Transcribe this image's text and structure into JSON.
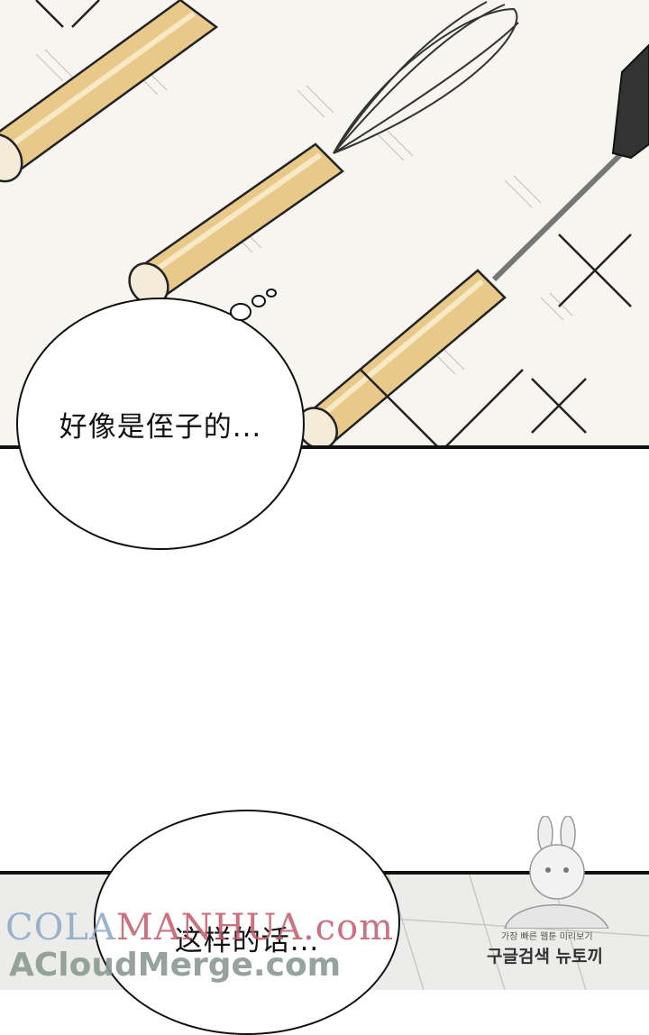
{
  "bubbles": {
    "first": "好像是侄子的...",
    "second": "这样的话..."
  },
  "watermarks": {
    "cola_prefix": "COLA",
    "cola_highlight": "MANHUA.com",
    "acloud": "ACloudMerge.com",
    "korean_small": "가장 빠른 웹툰 미리보기",
    "korean_large": "구글검색 뉴토끼"
  },
  "colors": {
    "panel_background": "#f7f5ef",
    "wood_handle": "#e8c98a",
    "ink": "#111111"
  },
  "icons": [
    "whisk-icon",
    "spatula-icon",
    "rolling-pin-icon",
    "sparkle-icon",
    "bunny-mascot-icon"
  ]
}
